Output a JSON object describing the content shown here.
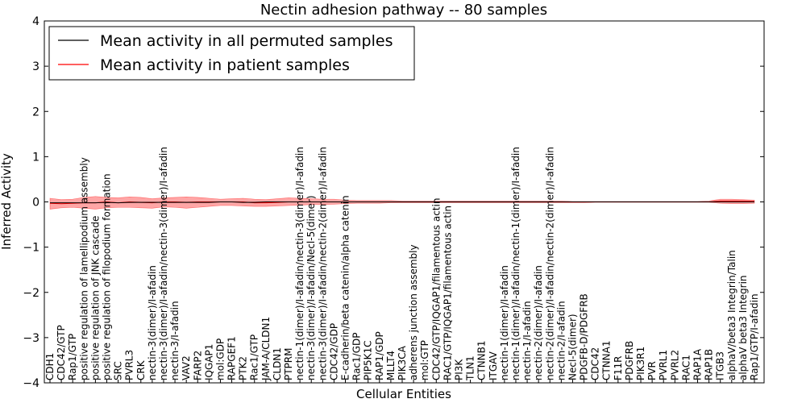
{
  "chart_data": {
    "type": "line",
    "title": "Nectin adhesion pathway -- 80 samples",
    "xlabel": "Cellular Entities",
    "ylabel": "Inferred Activity",
    "ylim": [
      -4,
      4
    ],
    "yticks": [
      4,
      3,
      2,
      1,
      0,
      -1,
      -2,
      -3,
      -4
    ],
    "ytick_labels": [
      "4",
      "3",
      "2",
      "1",
      "0",
      "−1",
      "−2",
      "−3",
      "−4"
    ],
    "grid": false,
    "legend_position": "upper-left",
    "categories": [
      "CDH1",
      "CDC42/GTP",
      "Rap1/GTP",
      "positive regulation of lamellipodium assembly",
      "positive regulation of JNK cascade",
      "positive regulation of filopodium formation",
      "SRC",
      "PVRL3",
      "CRK",
      "nectin-3(dimer)/I-afadin",
      "nectin-3(dimer)/I-afadin/nectin-3(dimer)/I-afadin",
      "nectin-3/I-afadin",
      "VAV2",
      "FARP2",
      "IQGAP1",
      "mol:GDP",
      "RAPGEF1",
      "PTK2",
      "Rac1/GTP",
      "JAM-A/CLDN1",
      "CLDN1",
      "PTPRM",
      "nectin-1(dimer)/I-afadin/nectin-3(dimer)/I-afadin",
      "nectin-3(dimer)/I-afadin/Necl-5(dimer)",
      "nectin-3(dimer)/I-afadin/nectin-2(dimer)/I-afadin",
      "CDC42/GDP",
      "E-cadherin/beta catenin/alpha catenin",
      "Rac1/GDP",
      "PIP5K1C",
      "RAP1/GDP",
      "MLLT4",
      "PIK3CA",
      "adherens junction assembly",
      "mol:GTP",
      "CDC42/GTP/IQGAP1/filamentous actin",
      "RAC1/GTP/IQGAP1/filamentous actin",
      "PI3K",
      "TLN1",
      "CTNNB1",
      "ITGAV",
      "nectin-1(dimer)/I-afadin",
      "nectin-1(dimer)/I-afadin/nectin-1(dimer)/I-afadin",
      "nectin-1/I-afadin",
      "nectin-2(dimer)/I-afadin",
      "nectin-2(dimer)/I-afadin/nectin-2(dimer)/I-afadin",
      "nectin-2/I-afadin",
      "Necl-5(dimer)",
      "PDGFB-D/PDGFRB",
      "CDC42",
      "CTNNA1",
      "F11R",
      "PDGFRB",
      "PIK3R1",
      "PVR",
      "PVRL1",
      "PVRL2",
      "RAC1",
      "RAP1A",
      "RAP1B",
      "ITGB3",
      "alphaV/beta3 Integrin/Talin",
      "alphaV beta3 Integrin",
      "Rap1/GTP/I-afadin"
    ],
    "series": [
      {
        "name": "Mean activity in all permuted samples",
        "color": "#000000",
        "values": [
          -0.02,
          -0.02,
          -0.02,
          -0.02,
          -0.02,
          -0.01,
          -0.02,
          -0.01,
          -0.01,
          -0.01,
          -0.01,
          -0.01,
          -0.01,
          -0.01,
          -0.01,
          0,
          0,
          -0.01,
          -0.01,
          0,
          0,
          0,
          0,
          0,
          0,
          0,
          0,
          0,
          0,
          0,
          0,
          0,
          0,
          0,
          0,
          0,
          0,
          0,
          0,
          0,
          0,
          0,
          0,
          0,
          0,
          0,
          0,
          0,
          0,
          0,
          0,
          0,
          0,
          0,
          0,
          0,
          0,
          0,
          0,
          0,
          0,
          0,
          0
        ]
      },
      {
        "name": "Mean activity in patient samples",
        "color": "#ff0000",
        "values": [
          -0.03,
          -0.04,
          -0.03,
          -0.02,
          -0.02,
          0,
          -0.02,
          0,
          -0.01,
          -0.02,
          0,
          0,
          -0.01,
          0,
          0,
          0,
          0,
          0,
          -0.02,
          -0.02,
          -0.01,
          0,
          0,
          0,
          0,
          0,
          0,
          0,
          0,
          0,
          0,
          0,
          0,
          0,
          0,
          0,
          0,
          0,
          0,
          0,
          0,
          0,
          0,
          0,
          0,
          0,
          0,
          0,
          0,
          0,
          0,
          0,
          0,
          0,
          0,
          0,
          0,
          0,
          0,
          0.02,
          0.02,
          0.02,
          0.01
        ],
        "band_upper": [
          0.08,
          0.05,
          0.06,
          0.1,
          0.12,
          0.1,
          0.09,
          0.11,
          0.1,
          0.07,
          0.09,
          0.1,
          0.11,
          0.1,
          0.08,
          0.06,
          0.07,
          0.08,
          0.06,
          0.05,
          0.07,
          0.09,
          0.08,
          0.07,
          0.06,
          0.06,
          0.04,
          0.03,
          0.03,
          0.03,
          0.03,
          0.02,
          0.02,
          0.02,
          0.02,
          0.02,
          0.02,
          0.02,
          0.02,
          0.02,
          0.02,
          0.02,
          0.02,
          0.02,
          0.02,
          0.02,
          0.01,
          0.01,
          0.01,
          0.01,
          0.01,
          0.01,
          0.01,
          0.01,
          0.01,
          0.01,
          0.01,
          0.01,
          0.02,
          0.06,
          0.06,
          0.05,
          0.04
        ],
        "band_lower": [
          -0.16,
          -0.13,
          -0.12,
          -0.14,
          -0.16,
          -0.13,
          -0.12,
          -0.12,
          -0.13,
          -0.14,
          -0.11,
          -0.12,
          -0.14,
          -0.12,
          -0.1,
          -0.08,
          -0.08,
          -0.09,
          -0.1,
          -0.1,
          -0.09,
          -0.08,
          -0.07,
          -0.06,
          -0.06,
          -0.05,
          -0.04,
          -0.03,
          -0.03,
          -0.03,
          -0.02,
          -0.02,
          -0.02,
          -0.02,
          -0.02,
          -0.02,
          -0.02,
          -0.02,
          -0.02,
          -0.02,
          -0.02,
          -0.02,
          -0.02,
          -0.02,
          -0.02,
          -0.02,
          -0.02,
          -0.02,
          -0.01,
          -0.01,
          -0.01,
          -0.01,
          -0.01,
          -0.01,
          -0.01,
          -0.01,
          -0.01,
          -0.01,
          -0.01,
          -0.03,
          -0.04,
          -0.04,
          -0.03
        ]
      }
    ]
  }
}
